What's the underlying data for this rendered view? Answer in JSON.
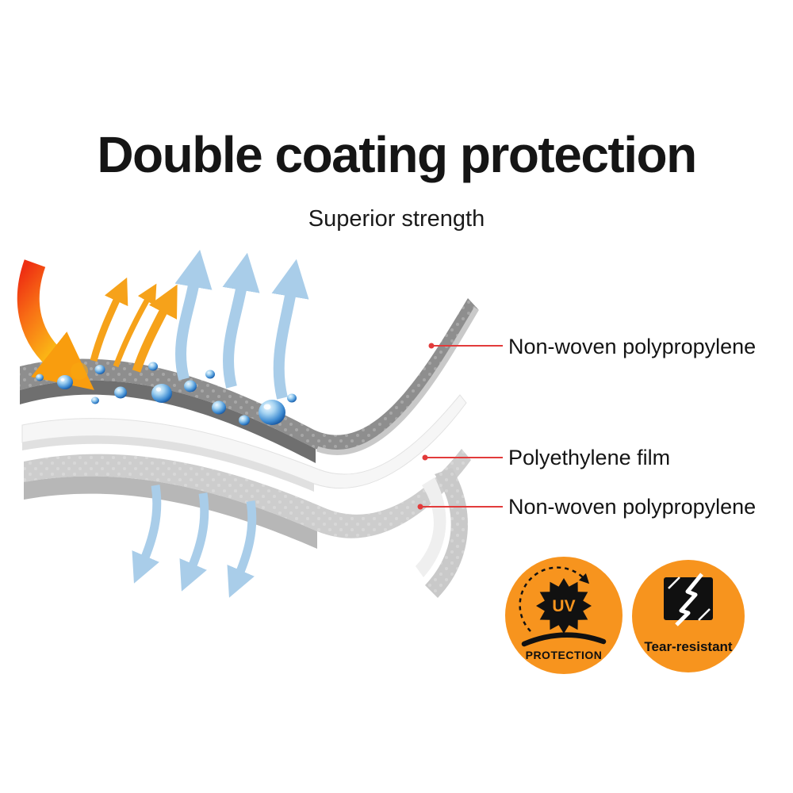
{
  "title": "Double coating protection",
  "subtitle": "Superior strength",
  "callouts": [
    {
      "label": "Non-woven polypropylene",
      "target": "top-layer"
    },
    {
      "label": "Polyethylene film",
      "target": "middle-film-layer"
    },
    {
      "label": "Non-woven polypropylene",
      "target": "bottom-layer"
    }
  ],
  "badges": {
    "uv": {
      "icon": "uv-sunburst-icon",
      "icon_text": "UV",
      "label": "PROTECTION"
    },
    "tear": {
      "icon": "torn-fabric-icon",
      "label": "Tear-resistant"
    }
  },
  "diagram_icons": [
    "uv-ray-arrow-icon",
    "reflected-ray-arrows-icon",
    "vapor-arrow-icon",
    "water-droplet-icon"
  ],
  "colors": {
    "badge_orange": "#F7941E",
    "callout_red": "#E23B3B",
    "arrow_blue": "#A9CDE9",
    "layer_dark_gray": "#8E8E8E",
    "layer_light_gray": "#CDCDCD",
    "film_white": "#F6F6F6",
    "title_black": "#151515"
  }
}
